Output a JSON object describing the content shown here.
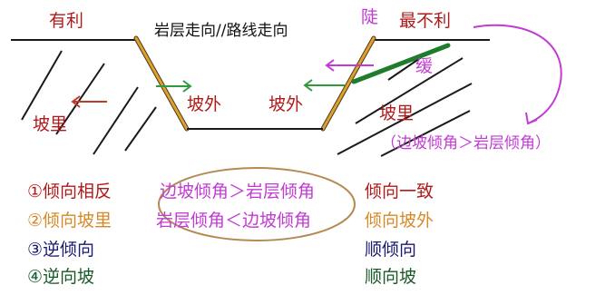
{
  "labels": {
    "favorable": "有利",
    "strike_parallel": "岩层走向//路线走向",
    "steep": "陡",
    "most_unfavorable": "最不利",
    "gentle": "缓",
    "slope_inner_left": "坡里",
    "slope_outer_left": "坡外",
    "slope_outer_right": "坡外",
    "slope_inner_right": "坡里",
    "condition": "（边坡倾角＞岩层倾角）"
  },
  "rows": [
    {
      "left": "①倾向相反",
      "middle": "边坡倾角＞岩层倾角",
      "right": "倾向一致"
    },
    {
      "left": "②倾向坡里",
      "middle": "岩层倾角＜边坡倾角",
      "right": "倾向坡外"
    },
    {
      "left": "③逆倾向",
      "middle": "",
      "right": "顺倾向"
    },
    {
      "left": "④逆向坡",
      "middle": "",
      "right": "顺向坡"
    }
  ],
  "colors": {
    "red_text": "#b01a1a",
    "magenta": "#c23bd3",
    "green_arrow": "#2e9a3c",
    "dark_green": "#1e7d2a",
    "slope_orange": "#e0a030",
    "orange_text": "#d68a2a",
    "navy_text": "#1a1a6e",
    "ellipse": "#b58a52",
    "line": "#1a1a1a"
  }
}
